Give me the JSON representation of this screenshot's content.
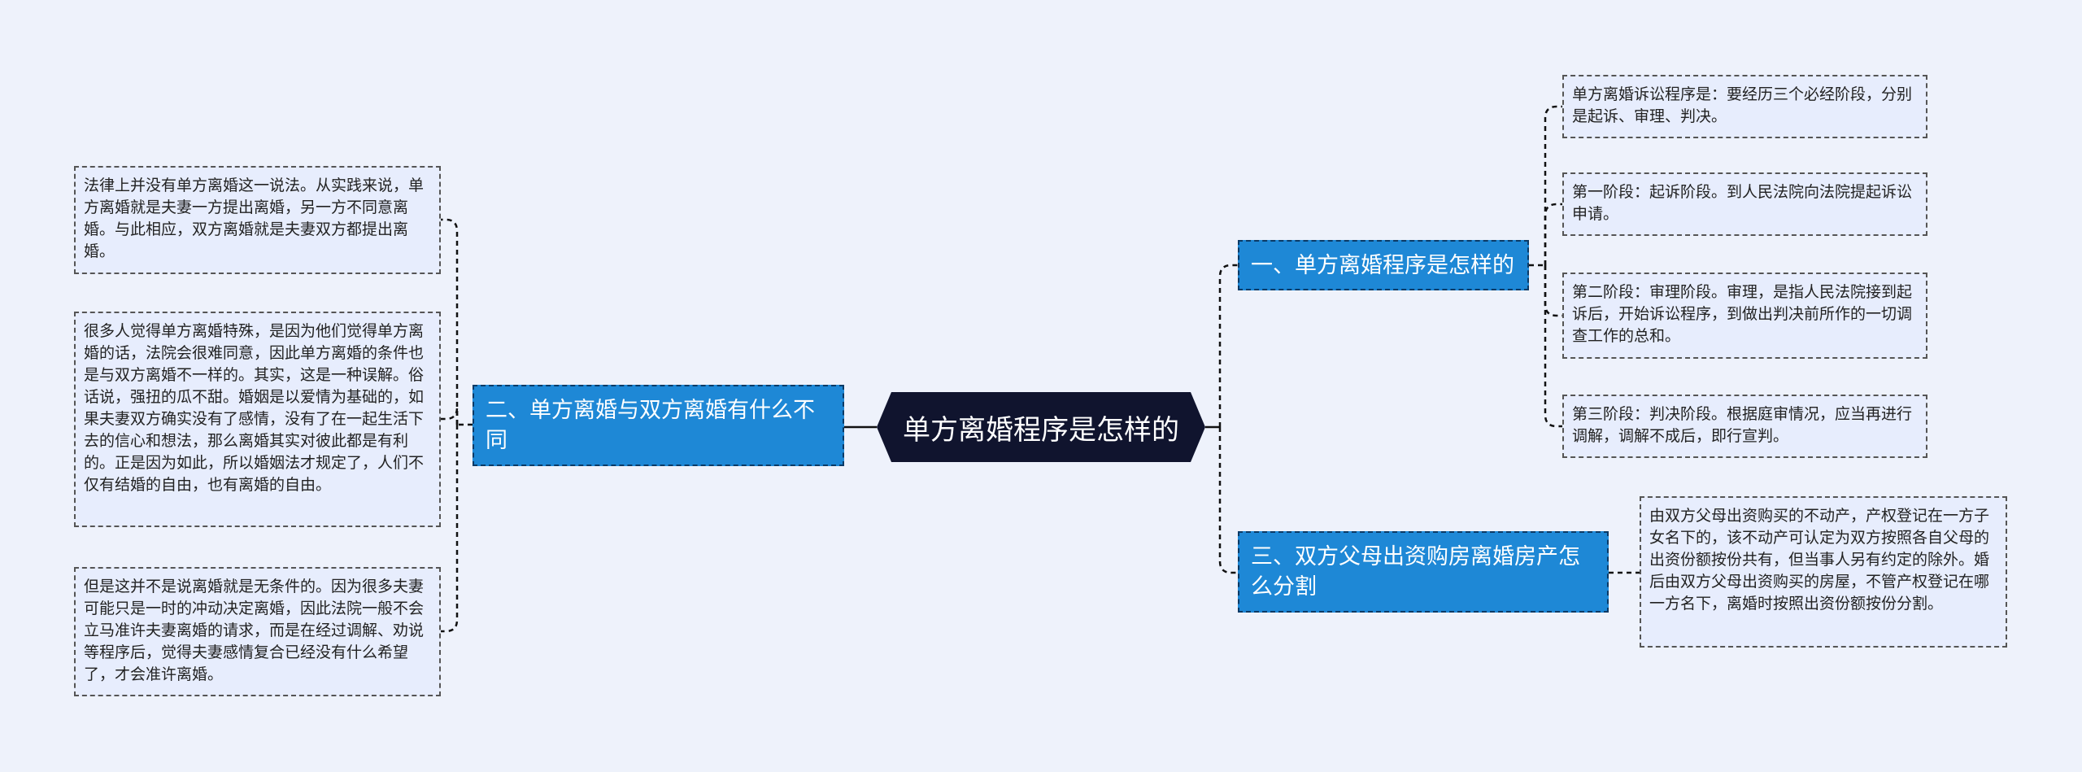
{
  "root": {
    "label": "单方离婚程序是怎样的"
  },
  "branches": [
    {
      "label": "一、单方离婚程序是怎样的",
      "leaves": [
        "单方离婚诉讼程序是：要经历三个必经阶段，分别是起诉、审理、判决。",
        "第一阶段：起诉阶段。到人民法院向法院提起诉讼申请。",
        "第二阶段：审理阶段。审理，是指人民法院接到起诉后，开始诉讼程序，到做出判决前所作的一切调查工作的总和。",
        "第三阶段：判决阶段。根据庭审情况，应当再进行调解，调解不成后，即行宣判。"
      ]
    },
    {
      "label": "二、单方离婚与双方离婚有什么不同",
      "leaves": [
        "法律上并没有单方离婚这一说法。从实践来说，单方离婚就是夫妻一方提出离婚，另一方不同意离婚。与此相应，双方离婚就是夫妻双方都提出离婚。",
        "很多人觉得单方离婚特殊，是因为他们觉得单方离婚的话，法院会很难同意，因此单方离婚的条件也是与双方离婚不一样的。其实，这是一种误解。俗话说，强扭的瓜不甜。婚姻是以爱情为基础的，如果夫妻双方确实没有了感情，没有了在一起生活下去的信心和想法，那么离婚其实对彼此都是有利的。正是因为如此，所以婚姻法才规定了，人们不仅有结婚的自由，也有离婚的自由。",
        "但是这并不是说离婚就是无条件的。因为很多夫妻可能只是一时的冲动决定离婚，因此法院一般不会立马准许夫妻离婚的请求，而是在经过调解、劝说等程序后，觉得夫妻感情复合已经没有什么希望了，才会准许离婚。"
      ]
    },
    {
      "label": "三、双方父母出资购房离婚房产怎么分割",
      "leaves": [
        "由双方父母出资购买的不动产，产权登记在一方子女名下的，该不动产可认定为双方按照各自父母的出资份额按份共有，但当事人另有约定的除外。婚后由双方父母出资购买的房屋，不管产权登记在哪一方名下，离婚时按照出资份额按份分割。"
      ]
    }
  ]
}
